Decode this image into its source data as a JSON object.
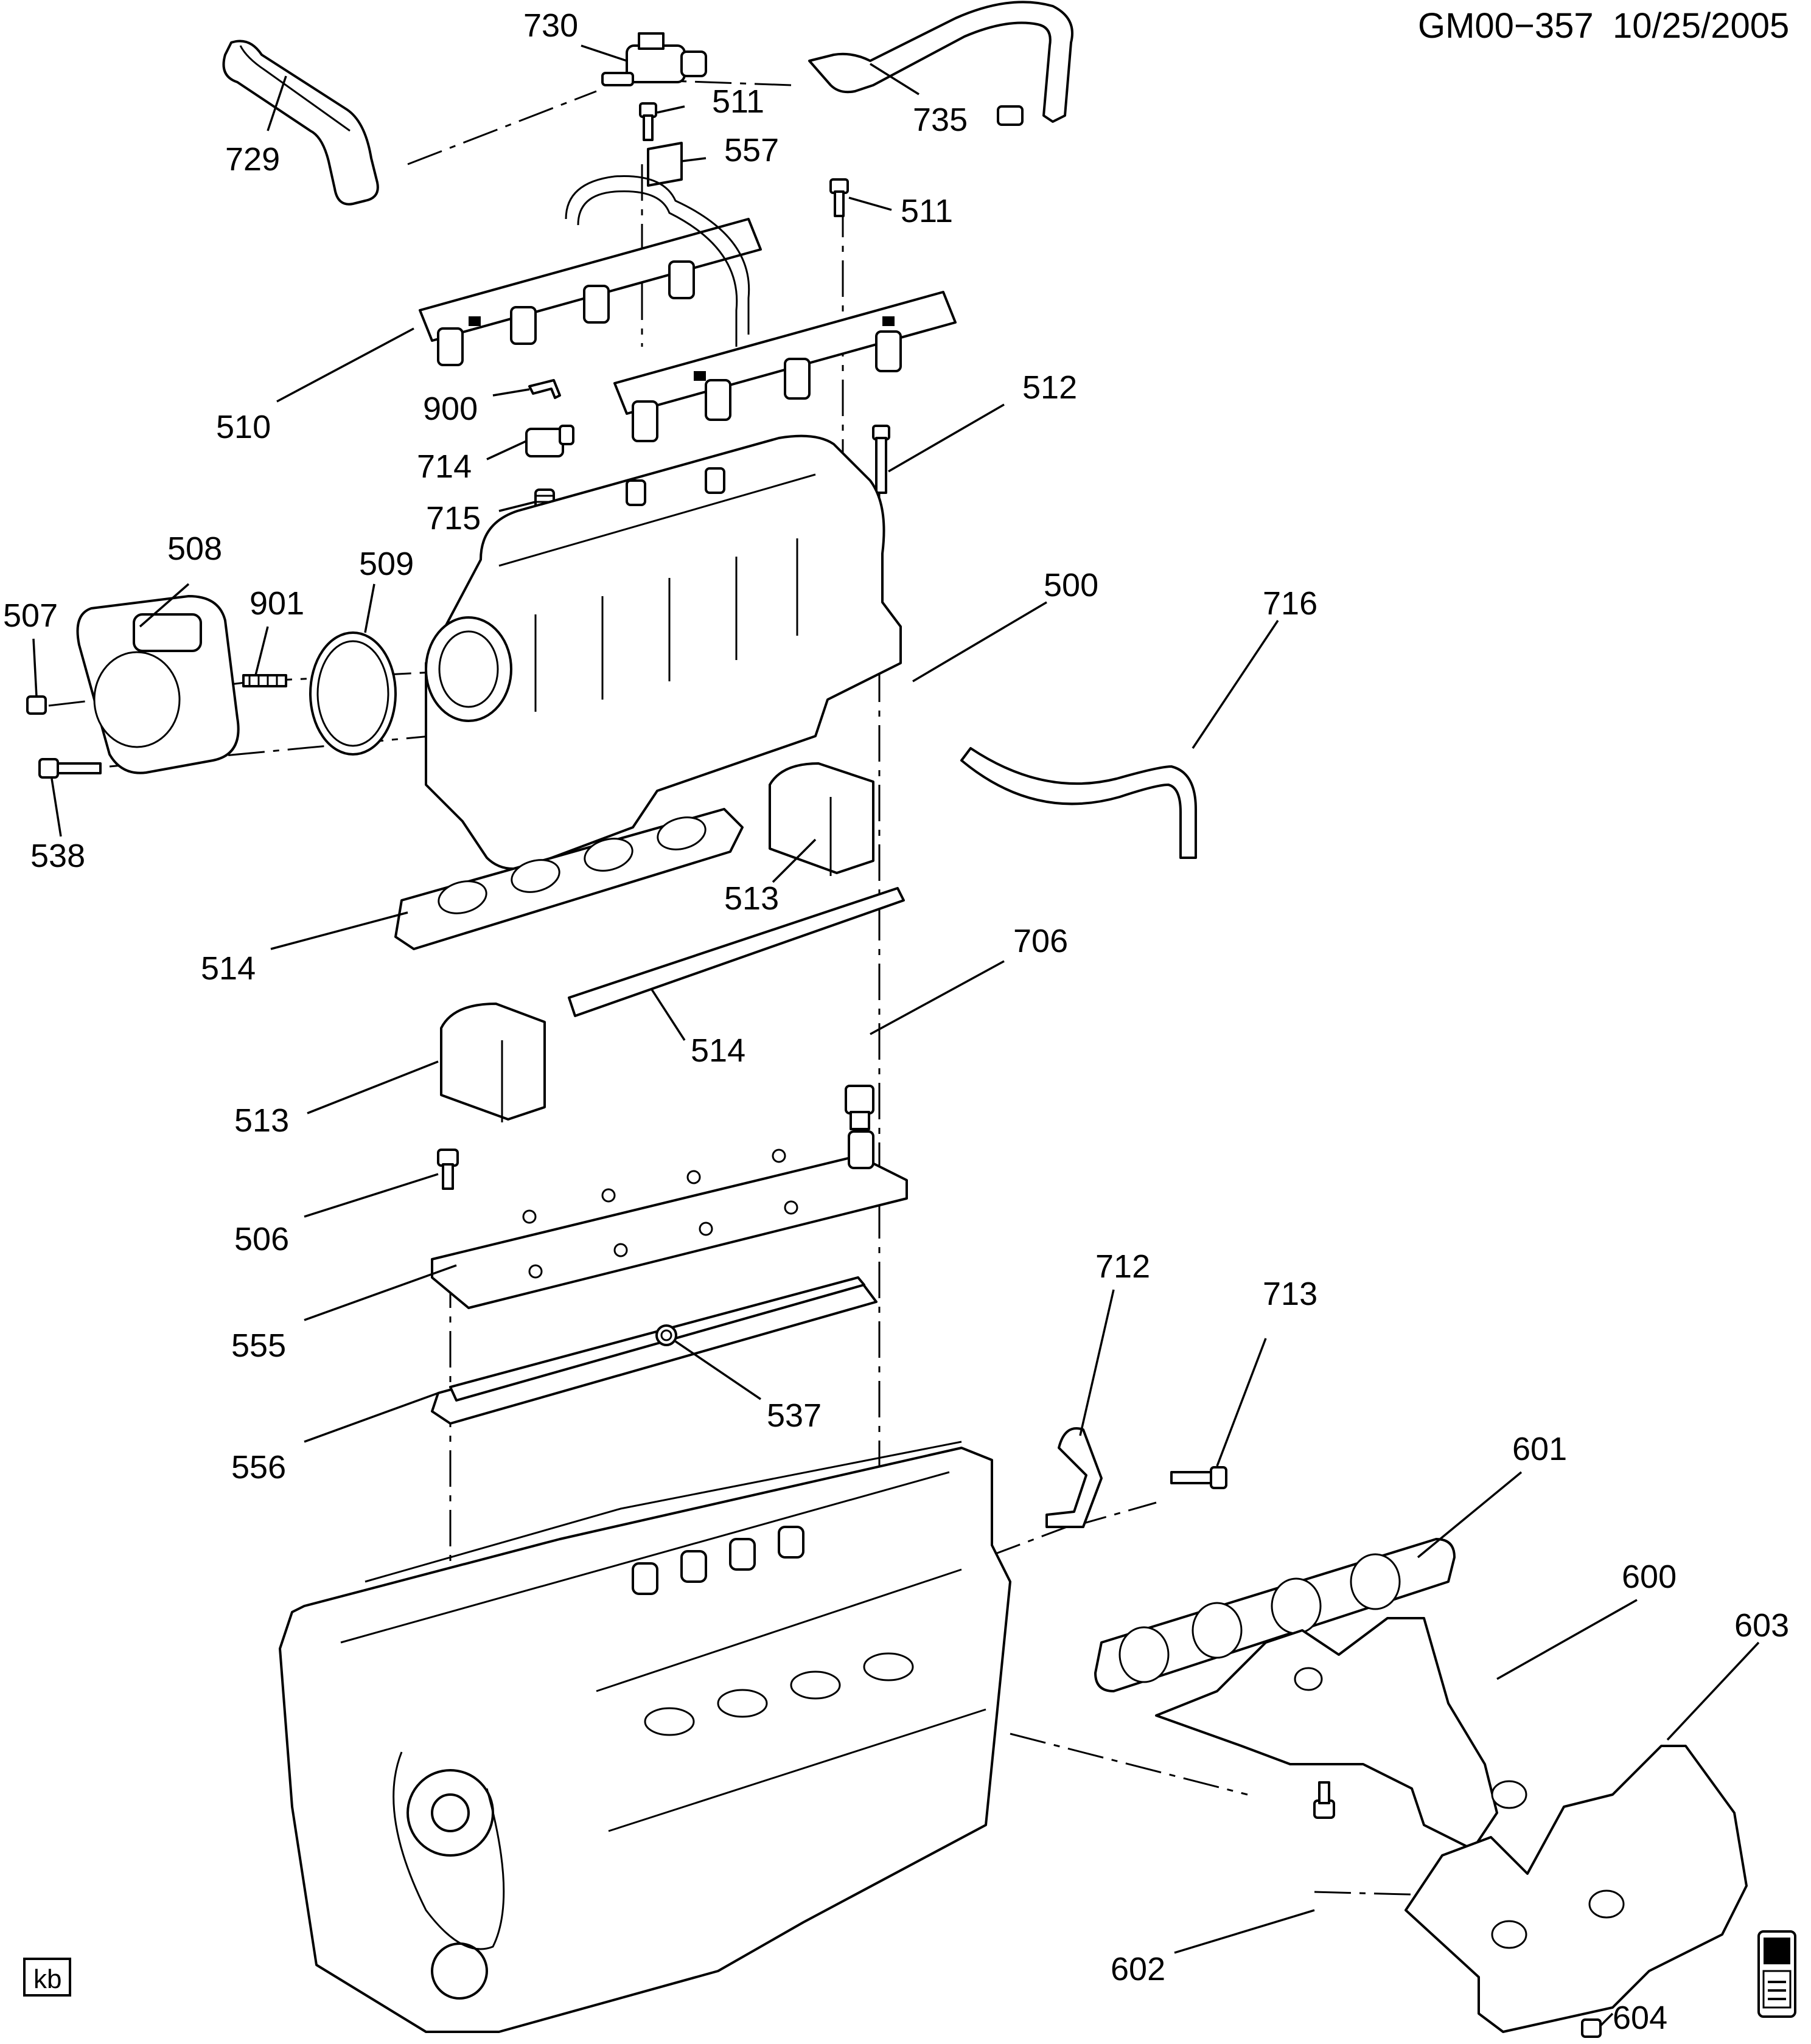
{
  "header": {
    "code": "GM00−357",
    "date": "10/25/2005"
  },
  "corner_tag": "kb",
  "parts": {
    "p730": "730",
    "p735": "735",
    "p729": "729",
    "p511a": "511",
    "p557": "557",
    "p511b": "511",
    "p510": "510",
    "p900": "900",
    "p714": "714",
    "p715": "715",
    "p512": "512",
    "p508": "508",
    "p509": "509",
    "p901": "901",
    "p507": "507",
    "p500": "500",
    "p716": "716",
    "p538": "538",
    "p513a": "513",
    "p514a": "514",
    "p706": "706",
    "p514b": "514",
    "p513b": "513",
    "p506": "506",
    "p555": "555",
    "p537": "537",
    "p556": "556",
    "p712": "712",
    "p713": "713",
    "p601": "601",
    "p600": "600",
    "p603": "603",
    "p602": "602",
    "p604": "604"
  }
}
